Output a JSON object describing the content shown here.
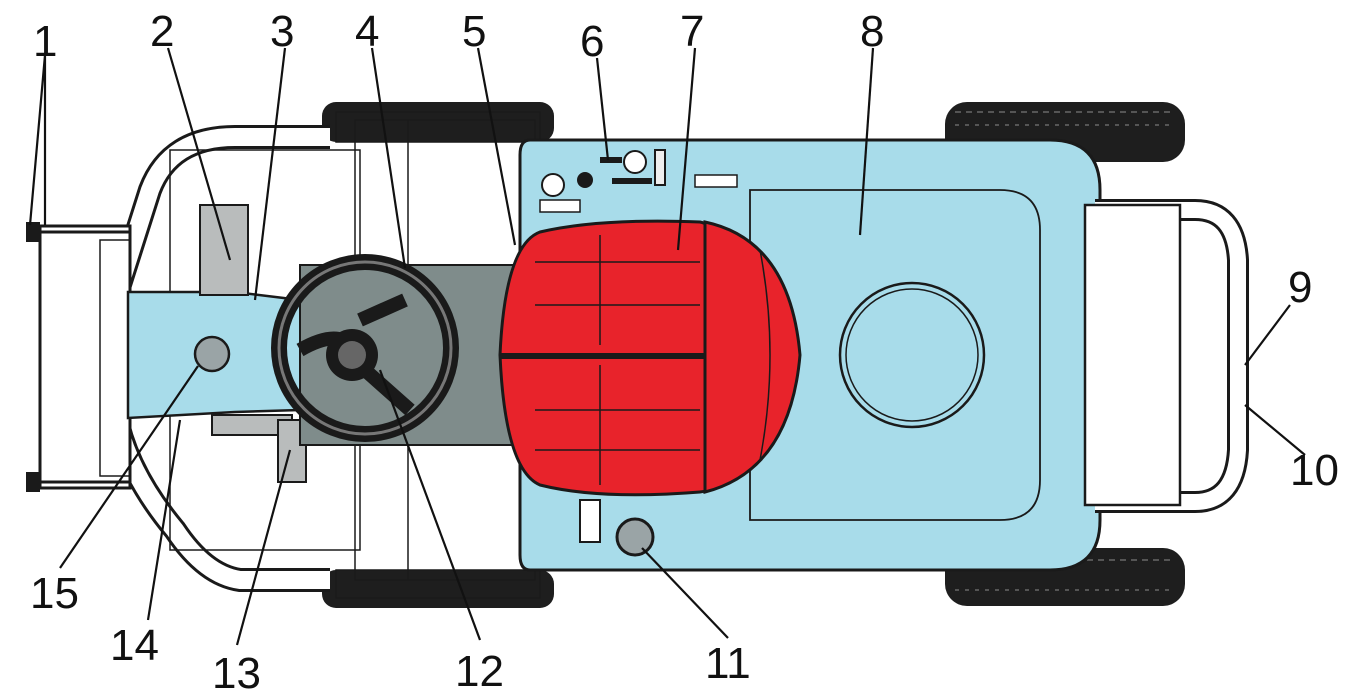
{
  "colors": {
    "body": "#a8dcea",
    "seat": "#e8232b",
    "floor": "#7f8c8b",
    "frame": "#ffffff",
    "tire": "#1e1e1e",
    "outline": "#1a1a1a"
  },
  "callouts": [
    "1",
    "2",
    "3",
    "4",
    "5",
    "6",
    "7",
    "8",
    "9",
    "10",
    "11",
    "12",
    "13",
    "14",
    "15"
  ]
}
